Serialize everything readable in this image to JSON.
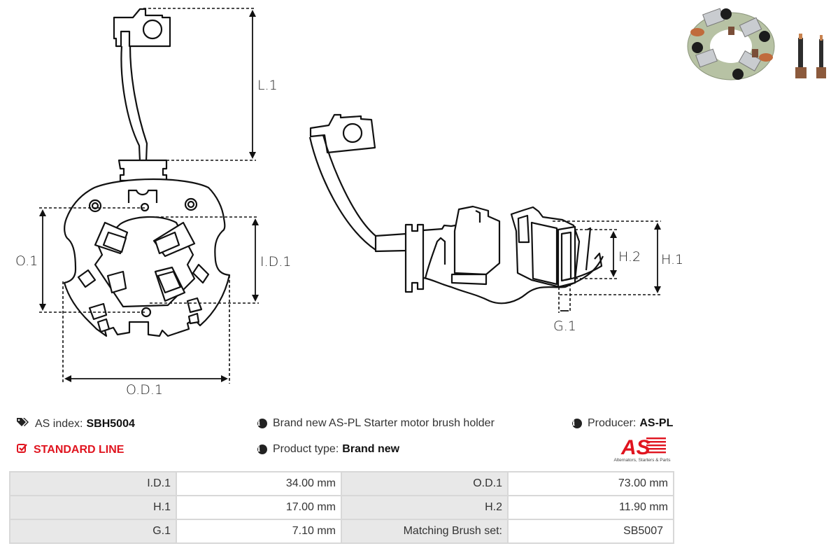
{
  "drawing": {
    "labels": {
      "l1": "L.1",
      "o1": "O.1",
      "id1": "I.D.1",
      "od1": "O.D.1",
      "h1": "H.1",
      "h2": "H.2",
      "g1": "G.1"
    }
  },
  "photo": {
    "icon": "product-photo-brush-holder"
  },
  "info": {
    "as_index_label": "AS index:",
    "as_index_value": "SBH5004",
    "line_label": "STANDARD LINE",
    "description": "Brand new AS-PL Starter motor brush holder",
    "product_type_label": "Product type:",
    "product_type_value": "Brand new",
    "producer_label": "Producer:",
    "producer_value": "AS-PL"
  },
  "logo": {
    "text": "AS",
    "tagline": "Alternators, Starters & Parts"
  },
  "colors": {
    "accent_red": "#e0141f",
    "table_key_bg": "#e8e8e8",
    "table_border": "#d8d8d8"
  },
  "specs": {
    "rows": [
      {
        "k1": "I.D.1",
        "v1": "34.00 mm",
        "k2": "O.D.1",
        "v2": "73.00 mm"
      },
      {
        "k1": "H.1",
        "v1": "17.00 mm",
        "k2": "H.2",
        "v2": "11.90 mm"
      },
      {
        "k1": "G.1",
        "v1": "7.10 mm",
        "k2": "Matching Brush set:",
        "v2": "SB5007"
      }
    ]
  }
}
